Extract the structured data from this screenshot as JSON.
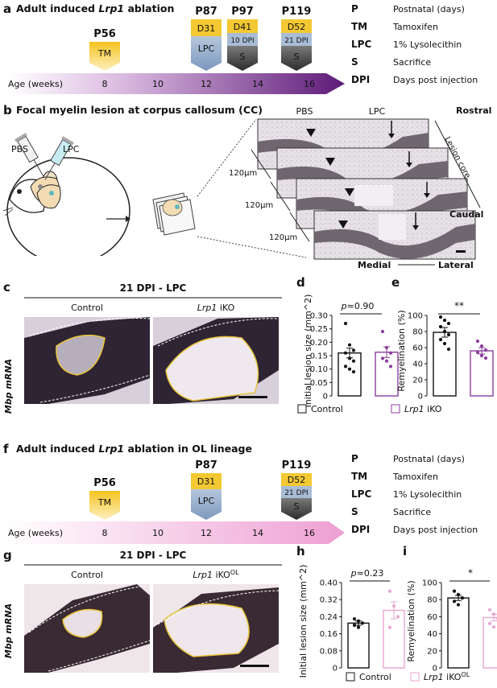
{
  "panel_a": {
    "letter": "a",
    "title": "Adult induced Lrp1 ablation",
    "title_pre": "Adult induced ",
    "title_gene": "Lrp1",
    "title_post": " ablation",
    "timeline_label": "Age  (weeks)",
    "ticks": [
      "8",
      "10",
      "12",
      "14",
      "16"
    ],
    "events": [
      {
        "day": "P56",
        "top": "",
        "bottom": "TM"
      },
      {
        "day": "P87",
        "top": "D31",
        "bottom": "LPC"
      },
      {
        "day": "P97",
        "top": "D41",
        "mid": "10 DPI",
        "bottom": "S"
      },
      {
        "day": "P119",
        "top": "D52",
        "mid": "21 DPI",
        "bottom": "S"
      }
    ],
    "legend": [
      {
        "key": "P",
        "value": "Postnatal (days)"
      },
      {
        "key": "TM",
        "value": "Tamoxifen"
      },
      {
        "key": "LPC",
        "value": "1% Lysolecithin"
      },
      {
        "key": "S",
        "value": "Sacrifice"
      },
      {
        "key": "DPI",
        "value": "Days post injection"
      }
    ]
  },
  "panel_b": {
    "letter": "b",
    "title": "Focal myelin lesion at corpus callosum (CC)",
    "label_pbs": "PBS",
    "label_lpc": "LPC",
    "section_pbs": "PBS",
    "section_lpc": "LPC",
    "rostral": "Rostral",
    "caudal": "Caudal",
    "lesion_core": "Lesion core",
    "medial": "Medial",
    "lateral": "Lateral",
    "spacing": [
      "120µm",
      "120µm",
      "120µm"
    ]
  },
  "panel_c": {
    "letter": "c",
    "title": "21 DPI - LPC",
    "ylabel": "Mbp mRNA",
    "control_label": "Control",
    "ko_gene": "Lrp1",
    "ko_suffix": " iKO"
  },
  "panel_d": {
    "letter": "d",
    "ylabel": "Initial lesion size (mm^2)",
    "ticks": [
      "0",
      "0.05",
      "0.10",
      "0.15",
      "0.20",
      "0.25",
      "0.30"
    ],
    "stat": "p≈0.90",
    "stat_p": "p",
    "stat_val": "≈0.90"
  },
  "panel_e": {
    "letter": "e",
    "ylabel": "Remyelination (%)",
    "ticks": [
      "0",
      "20",
      "40",
      "60",
      "80",
      "100"
    ],
    "stat": "**"
  },
  "legend_ce": {
    "control": "Control",
    "ko_gene": "Lrp1",
    "ko_suffix": " iKO"
  },
  "panel_f": {
    "letter": "f",
    "title_pre": "Adult induced ",
    "title_gene": "Lrp1",
    "title_post": " ablation in OL lineage",
    "timeline_label": "Age  (weeks)",
    "ticks": [
      "8",
      "10",
      "12",
      "14",
      "16"
    ],
    "events": [
      {
        "day": "P56",
        "bottom": "TM"
      },
      {
        "day": "P87",
        "top": "D31",
        "bottom": "LPC"
      },
      {
        "day": "P119",
        "top": "D52",
        "mid": "21 DPI",
        "bottom": "S"
      }
    ],
    "legend": [
      {
        "key": "P",
        "value": "Postnatal (days)"
      },
      {
        "key": "TM",
        "value": "Tamoxifen"
      },
      {
        "key": "LPC",
        "value": "1% Lysolecithin"
      },
      {
        "key": "S",
        "value": "Sacrifice"
      },
      {
        "key": "DPI",
        "value": "Days post injection"
      }
    ]
  },
  "panel_g": {
    "letter": "g",
    "title": "21 DPI - LPC",
    "ylabel": "Mbp mRNA",
    "control_label": "Control",
    "ko_gene": "Lrp1",
    "ko_suffix": " iKO",
    "ko_sup": "OL"
  },
  "panel_h": {
    "letter": "h",
    "ylabel": "Initial lesion size (mm^2)",
    "ticks": [
      "0",
      "0.08",
      "0.16",
      "0.24",
      "0.32",
      "0.40"
    ],
    "stat_p": "p",
    "stat_val": "≈0.23"
  },
  "panel_i": {
    "letter": "i",
    "ylabel": "Remyelination (%)",
    "ticks": [
      "0",
      "20",
      "40",
      "60",
      "80",
      "100"
    ],
    "stat": "*"
  },
  "legend_hi": {
    "control": "Control",
    "ko_gene": "Lrp1",
    "ko_suffix": " iKO",
    "ko_sup": "OL"
  },
  "colors": {
    "yellow": "#f3c832",
    "blue": "#9fb4cf",
    "gray": "#5a5a5a",
    "timeline_purple": "#6a1e84",
    "timeline_pink": "#e58ac8",
    "ko_purple": "#8c3f9c",
    "ko_pink": "#e8a7d0",
    "lesion_yellow": "#e8c43a"
  },
  "chart_data": [
    {
      "type": "bar",
      "panel": "d",
      "categories": [
        "Control",
        "Lrp1 iKO"
      ],
      "series": [
        {
          "values": [
            0.16,
            0.163
          ]
        }
      ],
      "errors": [
        0.018,
        0.02
      ],
      "points": [
        [
          0.27,
          0.19,
          0.17,
          0.16,
          0.14,
          0.13,
          0.11,
          0.1,
          0.09
        ],
        [
          0.24,
          0.18,
          0.16,
          0.14,
          0.13,
          0.11
        ]
      ],
      "ylabel": "Initial lesion size (mm^2)",
      "ylim": [
        0,
        0.3
      ],
      "annotation": "p≈0.90"
    },
    {
      "type": "bar",
      "panel": "e",
      "categories": [
        "Control",
        "Lrp1 iKO"
      ],
      "series": [
        {
          "values": [
            79,
            56
          ]
        }
      ],
      "errors": [
        6,
        4
      ],
      "points": [
        [
          98,
          94,
          90,
          86,
          80,
          76,
          70,
          65,
          58
        ],
        [
          68,
          62,
          57,
          54,
          50,
          47
        ]
      ],
      "ylabel": "Remyelination (%)",
      "ylim": [
        0,
        100
      ],
      "annotation": "**"
    },
    {
      "type": "bar",
      "panel": "h",
      "categories": [
        "Control",
        "Lrp1 iKO OL"
      ],
      "series": [
        {
          "values": [
            0.21,
            0.27
          ]
        }
      ],
      "errors": [
        0.01,
        0.04
      ],
      "points": [
        [
          0.23,
          0.22,
          0.21,
          0.2,
          0.19
        ],
        [
          0.36,
          0.29,
          0.24,
          0.19
        ]
      ],
      "ylabel": "Initial lesion size (mm^2)",
      "ylim": [
        0,
        0.4
      ],
      "annotation": "p≈0.23"
    },
    {
      "type": "bar",
      "panel": "i",
      "categories": [
        "Control",
        "Lrp1 iKO OL"
      ],
      "series": [
        {
          "values": [
            82,
            59
          ]
        }
      ],
      "errors": [
        3,
        4
      ],
      "points": [
        [
          90,
          86,
          82,
          78,
          74
        ],
        [
          68,
          63,
          58,
          52,
          48
        ]
      ],
      "ylabel": "Remyelination (%)",
      "ylim": [
        0,
        100
      ],
      "annotation": "*"
    }
  ]
}
